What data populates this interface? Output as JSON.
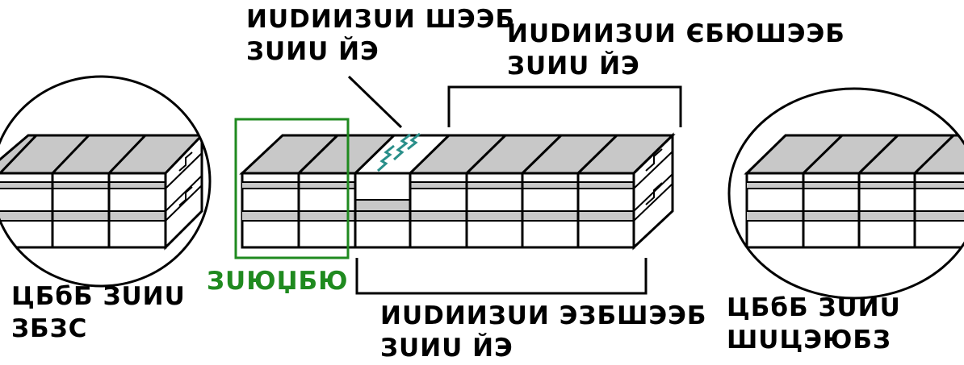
{
  "labels": {
    "top_center": {
      "line1": "ИUDИИЗUИ ШЭЭБ",
      "line2": "ЗUИU ЙЭ"
    },
    "top_right": {
      "line1": "ИUDИИЗUИ ЄБЮШЭЭБ",
      "line2": "ЗUИU ЙЭ"
    },
    "bottom_left": {
      "line1": "ЦБбБ ЗUИU",
      "line2": "ЗБЗС"
    },
    "green": {
      "text": "ЗUЮЏБЮ",
      "color": "#1f8a1f"
    },
    "bottom_center": {
      "line1": "ИUDИИЗUИ ЭЗБШЭЭБ",
      "line2": "ЗUИU ЙЭ"
    },
    "bottom_right": {
      "line1": "ЦБбБ ЗUИU",
      "line2": "ШUЦЭЮБЗ"
    }
  },
  "colors": {
    "shade": "#c8c8c8",
    "green_box": "#1f8a1f",
    "teal_mark": "#2a8f8a",
    "stroke": "#000000",
    "background": "#ffffff"
  }
}
